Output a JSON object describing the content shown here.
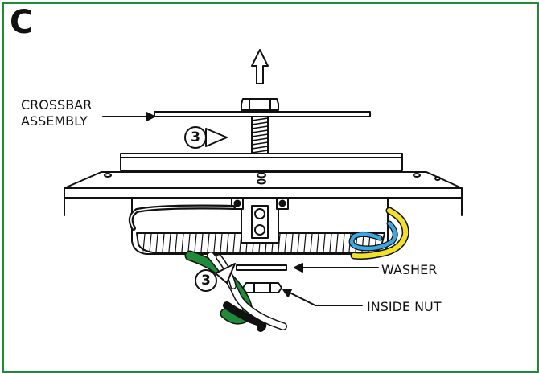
{
  "panel": {
    "letter": "C"
  },
  "labels": {
    "crossbar_line1": "CROSSBAR",
    "crossbar_line2": "ASSEMBLY",
    "washer": "WASHER",
    "inside_nut": "INSIDE NUT"
  },
  "steps": {
    "top_step": "3",
    "bottom_step": "3"
  },
  "colors": {
    "frame": "#1f8a3a",
    "wire_black": "#111111",
    "wire_white": "#ffffff",
    "wire_green": "#1e8a3a",
    "wire_yellow": "#f2e12a",
    "wire_blue": "#3aa7e0",
    "outline": "#111111"
  },
  "icons": [
    "up-arrow-icon",
    "step-arrow-icon"
  ]
}
